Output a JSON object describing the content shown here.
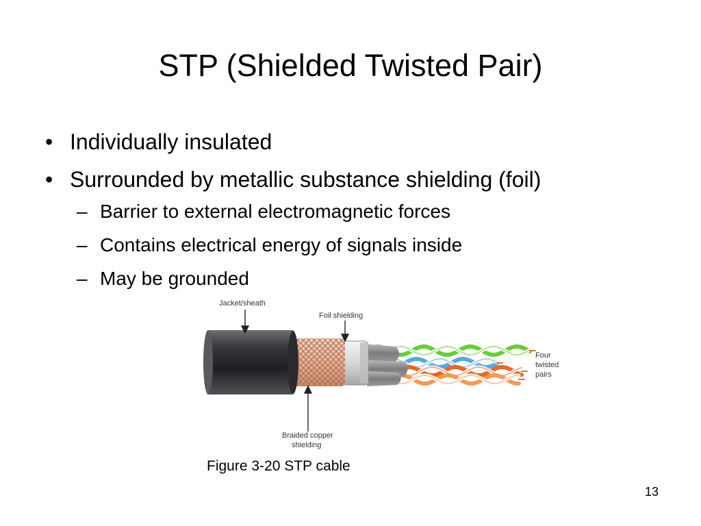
{
  "slide": {
    "title": "STP (Shielded Twisted Pair)",
    "bullets": [
      "Individually insulated",
      "Surrounded by metallic substance shielding (foil)"
    ],
    "sub_bullets": [
      "Barrier to external electromagnetic forces",
      "Contains electrical energy of signals inside",
      "May be grounded"
    ],
    "bullet_symbol": "•",
    "dash_symbol": "–",
    "figure": {
      "labels": {
        "jacket": "Jacket/sheath",
        "foil": "Foil shielding",
        "braid_line1": "Braided copper",
        "braid_line2": "shielding",
        "pairs_line1": "Four",
        "pairs_line2": "twisted",
        "pairs_line3": "pairs"
      },
      "wire_colors": [
        "#69cc3c",
        "#5aa8e0",
        "#e26a2a",
        "#f29a58"
      ]
    },
    "caption": "Figure 3-20 STP cable",
    "page_number": "13"
  }
}
